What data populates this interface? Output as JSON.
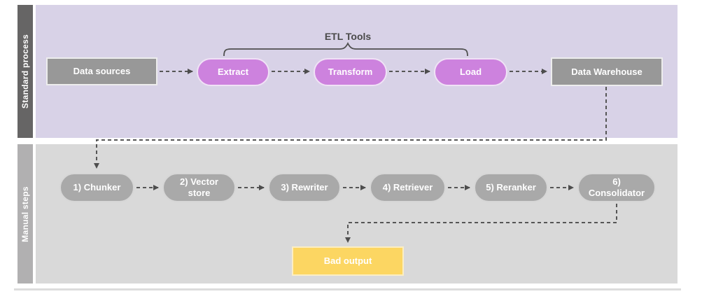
{
  "diagram": {
    "lane_standard": {
      "label": "Standard process"
    },
    "lane_manual": {
      "label": "Manual steps"
    },
    "etl_tools_label": "ETL Tools",
    "nodes": {
      "data_sources": {
        "label": "Data sources"
      },
      "extract": {
        "label": "Extract"
      },
      "transform": {
        "label": "Transform"
      },
      "load": {
        "label": "Load"
      },
      "data_warehouse": {
        "label": "Data Warehouse"
      },
      "chunker": {
        "label": "1) Chunker"
      },
      "vector_store": {
        "label": "2) Vector store"
      },
      "rewriter": {
        "label": "3) Rewriter"
      },
      "retriever": {
        "label": "4) Retriever"
      },
      "reranker": {
        "label": "5) Reranker"
      },
      "consolidator": {
        "label": "6) Consolidator"
      },
      "bad_output": {
        "label": "Bad output"
      }
    },
    "colors": {
      "lane_standard_bg": "#d8d2e7",
      "lane_manual_bg": "#d9d9d9",
      "lane_standard_bar": "#666565",
      "lane_manual_bar": "#b1b0b1",
      "etl_pill": "#cd82de",
      "gray_box": "#989898",
      "manual_pill": "#a9a9a9",
      "bad_output_bg": "#fcd662",
      "connector": "#565656"
    }
  }
}
